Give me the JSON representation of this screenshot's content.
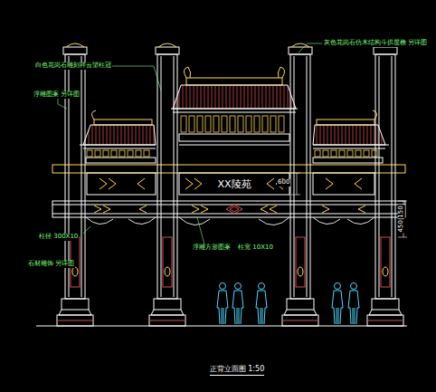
{
  "diagram": {
    "caption": "正背立面图 1:50",
    "nodes": [
      {
        "text": [
          "XX陵苑"
        ]
      }
    ],
    "labels": [
      "白色花岗石雕刻祥云望柱冠",
      "灰色花岗石仿木结构斗拱屋檐 另详图",
      "浮雕图案 另详图",
      "600",
      "柱径 300X10",
      "石材雕饰 另详图",
      "浮雕方形图案",
      "柱宽 10X10",
      "450|150"
    ]
  }
}
